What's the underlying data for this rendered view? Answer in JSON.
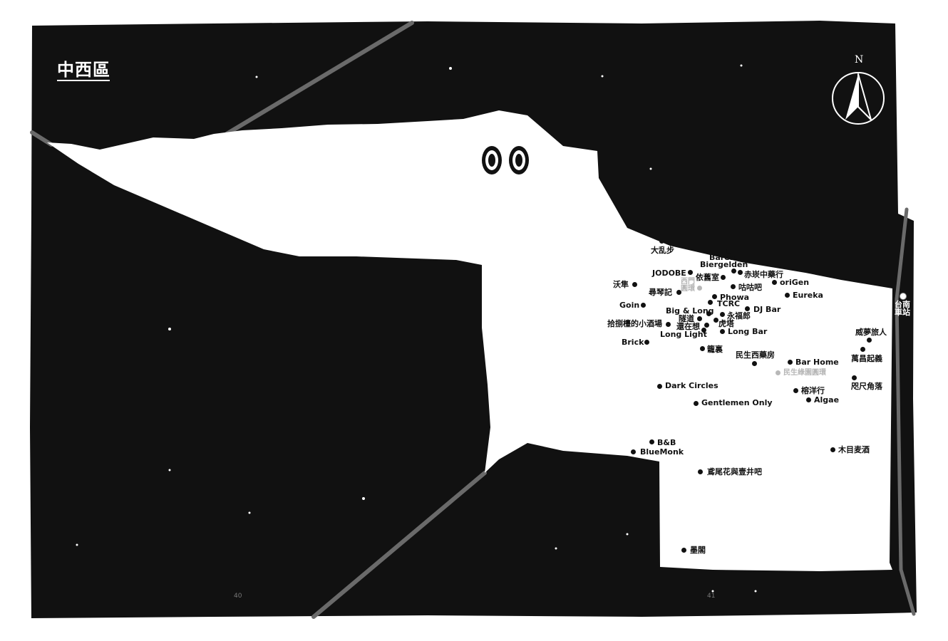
{
  "district_title": "中西區",
  "compass_label": "N",
  "station_label": "台南車站",
  "page_numbers": {
    "left": "40",
    "right": "41"
  },
  "colors": {
    "background": "#111111",
    "land": "#ffffff",
    "road": "#6a6a6a",
    "label_gray": "#b5b5b5"
  },
  "places": [
    {
      "name": "大乱步"
    },
    {
      "name": "Bären"
    },
    {
      "name": "Biergelden"
    },
    {
      "name": "JODOBE"
    },
    {
      "name": "依舊室"
    },
    {
      "name": "赤崁中藥行"
    },
    {
      "name": "oriGen"
    },
    {
      "name": "沃隼"
    },
    {
      "name": "尋琴記"
    },
    {
      "name": "咕咕吧"
    },
    {
      "name": "Eureka"
    },
    {
      "name": "Phowa"
    },
    {
      "name": "TCRC"
    },
    {
      "name": "Goin"
    },
    {
      "name": "Big & Long"
    },
    {
      "name": "DJ Bar"
    },
    {
      "name": "永福郎"
    },
    {
      "name": "隧道"
    },
    {
      "name": "虎塔"
    },
    {
      "name": "拾捌檯的小酒場"
    },
    {
      "name": "還在想"
    },
    {
      "name": "Long Light"
    },
    {
      "name": "Long Bar"
    },
    {
      "name": "威夢旅人"
    },
    {
      "name": "Brick"
    },
    {
      "name": "籠裏"
    },
    {
      "name": "萬昌起義"
    },
    {
      "name": "民生西藥房"
    },
    {
      "name": "Bar Home"
    },
    {
      "name": "咫尺角落"
    },
    {
      "name": "Dark Circles"
    },
    {
      "name": "榕洋行"
    },
    {
      "name": "Algae"
    },
    {
      "name": "Gentlemen Only"
    },
    {
      "name": "B&B"
    },
    {
      "name": "BlueMonk"
    },
    {
      "name": "木目麦酒"
    },
    {
      "name": "鳶尾花與壹井吧"
    },
    {
      "name": "墨閣"
    }
  ],
  "landmarks": [
    {
      "name": "西門圓環"
    },
    {
      "name": "民生綠園圓環"
    }
  ]
}
